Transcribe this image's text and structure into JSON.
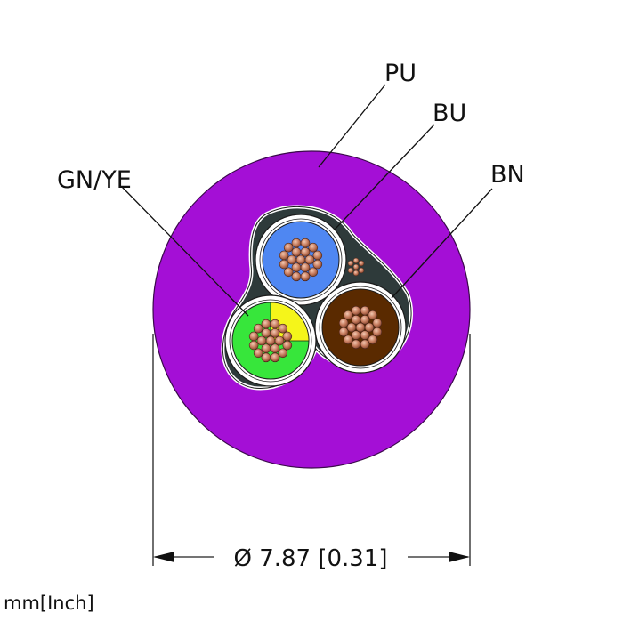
{
  "labels": {
    "sheath": "PU",
    "core_blue": "BU",
    "core_brown": "BN",
    "core_earth": "GN/YE"
  },
  "dimension": {
    "text": "Ø 7.87 [0.31]"
  },
  "units": "mm[Inch]",
  "colors": {
    "sheath": "#a40fd6",
    "blue": "#4f87f2",
    "brown": "#5a2a00",
    "green": "#37e63b",
    "yellow": "#f5f51a",
    "filler": "#2e3a3a",
    "copper": "#c57a5c"
  }
}
